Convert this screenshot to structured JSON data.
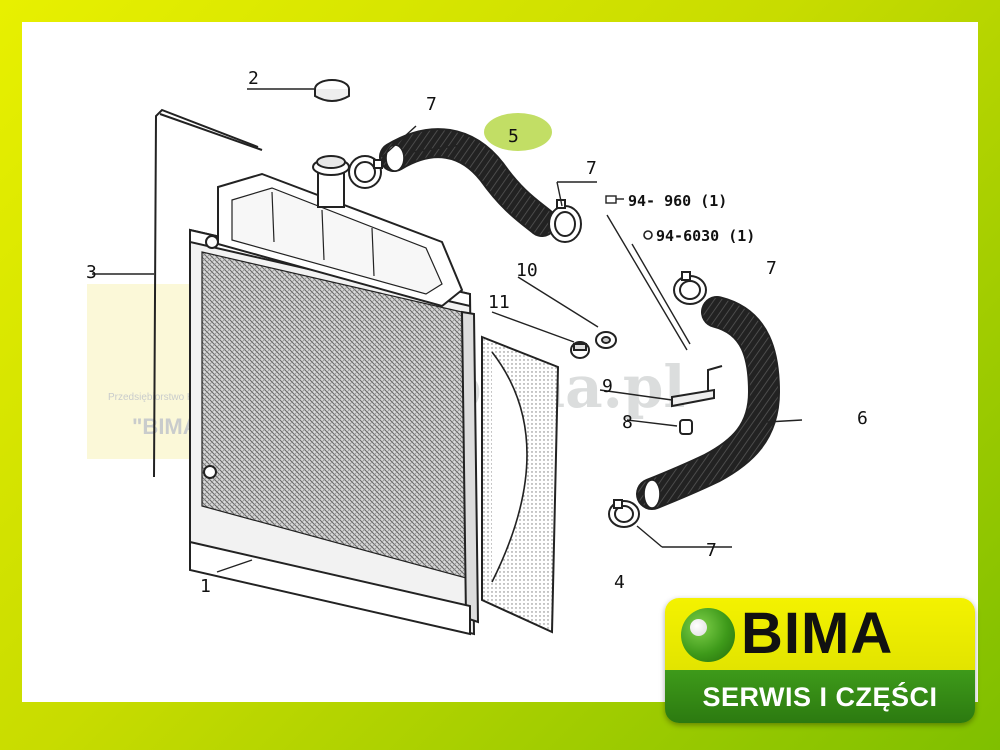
{
  "diagram": {
    "callouts": [
      {
        "id": "c1",
        "text": "1"
      },
      {
        "id": "c2",
        "text": "2"
      },
      {
        "id": "c3",
        "text": "3"
      },
      {
        "id": "c4",
        "text": "4"
      },
      {
        "id": "c5",
        "text": "5"
      },
      {
        "id": "c6",
        "text": "6"
      },
      {
        "id": "c7a",
        "text": "7"
      },
      {
        "id": "c7b",
        "text": "7"
      },
      {
        "id": "c7c",
        "text": "7"
      },
      {
        "id": "c7d",
        "text": "7"
      },
      {
        "id": "c8",
        "text": "8"
      },
      {
        "id": "c9",
        "text": "9"
      },
      {
        "id": "c10",
        "text": "10"
      },
      {
        "id": "c11",
        "text": "11"
      }
    ],
    "references": [
      {
        "id": "r1",
        "text": "94- 960 (1)"
      },
      {
        "id": "r2",
        "text": "94-6030 (1)"
      }
    ],
    "highlight_color": "#b7d84a"
  },
  "watermark": {
    "url": "www.bima.pl",
    "small": "Przedsiębiorstwo Handlowo-Usługowe",
    "quote": "\"BIMA\""
  },
  "logo": {
    "brand": "BIMA",
    "tagline": "SERWIS I CZĘŚCI",
    "colors": {
      "yellow": "#f0f000",
      "green": "#2f8412"
    }
  }
}
